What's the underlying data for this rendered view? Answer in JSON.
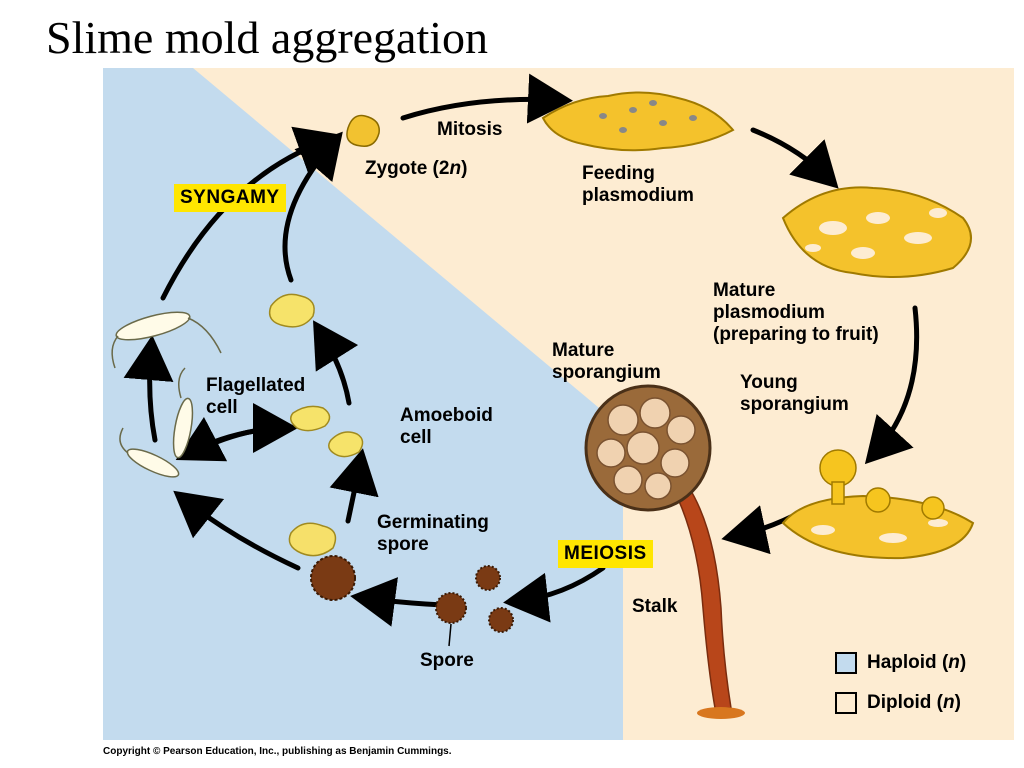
{
  "title": "Slime mold aggregation",
  "labels": {
    "mitosis": "Mitosis",
    "zygote": "Zygote (2",
    "zygote_n": "n",
    "zygote_end": ")",
    "feeding": "Feeding\nplasmodium",
    "mature_plasmodium": "Mature\nplasmodium\n(preparing to fruit)",
    "young_sporangium": "Young\nsporangium",
    "mature_sporangium": "Mature\nsporangium",
    "stalk": "Stalk",
    "spore": "Spore",
    "germinating": "Germinating\nspore",
    "amoeboid": "Amoeboid\ncell",
    "flagellated": "Flagellated\ncell"
  },
  "stages": {
    "syngamy": "SYNGAMY",
    "meiosis": "MEIOSIS"
  },
  "legend": {
    "haploid_text": "Haploid (",
    "haploid_n": "n",
    "diploid_text": "Diploid (",
    "diploid_n": "n",
    "close": ")",
    "haploid_color": "#c3dbee",
    "diploid_color": "#fdecd2"
  },
  "copyright": "Copyright © Pearson Education, Inc., publishing as Benjamin Cummings."
}
